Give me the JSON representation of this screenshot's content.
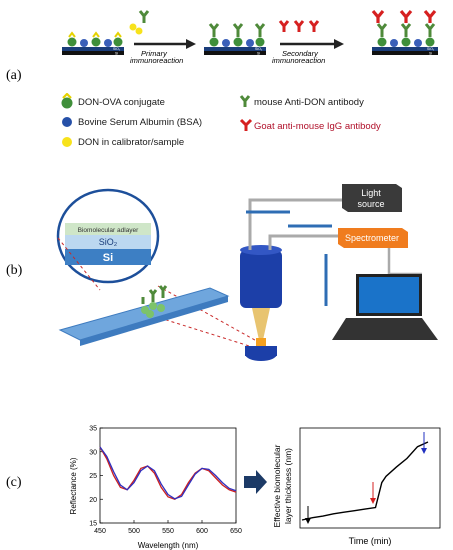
{
  "panel_labels": {
    "a": "(a)",
    "b": "(b)",
    "c": "(c)"
  },
  "panel_a": {
    "chip_labels": {
      "sio2": "SiO₂",
      "si": "Si"
    },
    "step1_label_line1": "Primary",
    "step1_label_line2": "immunoreaction",
    "step2_label_line1": "Secondary",
    "step2_label_line2": "immunoreaction",
    "legend": {
      "don_ova": "DON-OVA conjugate",
      "bsa": "Bovine Serum Albumin (BSA)",
      "don_sample": "DON in calibrator/sample",
      "mouse_ab": "mouse Anti-DON antibody",
      "goat_ab": "Goat anti-mouse IgG antibody"
    }
  },
  "panel_b": {
    "inset_layers": {
      "adlayer": "Biomolecular adlayer",
      "sio2": "SiO₂",
      "si": "Si"
    },
    "light_source_line1": "Light",
    "light_source_line2": "source",
    "spectrometer": "Spectrometer"
  },
  "panel_c": {
    "left_chart": {
      "ylabel": "Reflectance (%)",
      "xlabel": "Wavelength (nm)",
      "yticks": [
        "35",
        "30",
        "25",
        "20",
        "15"
      ],
      "xticks": [
        "450",
        "500",
        "550",
        "600",
        "650"
      ]
    },
    "right_chart": {
      "ylabel_line1": "Effective biomolecular",
      "ylabel_line2": "layer thickness (nm)",
      "xlabel": "Time (min)"
    }
  },
  "colors": {
    "accent_blue": "#2e6db4",
    "red": "#d62020",
    "green": "#4f8a3a",
    "orange": "#f07c1e"
  },
  "chart_data": [
    {
      "type": "line",
      "xlabel": "Wavelength (nm)",
      "ylabel": "Reflectance (%)",
      "xlim": [
        450,
        650
      ],
      "ylim": [
        15,
        35
      ],
      "series": [
        {
          "x": [
            450,
            460,
            470,
            480,
            490,
            500,
            510,
            520,
            530,
            540,
            550,
            560,
            570,
            580,
            590,
            600,
            610,
            620,
            630,
            640,
            650
          ],
          "y": [
            31,
            28.5,
            25,
            22.5,
            22,
            24,
            26.5,
            27,
            25.5,
            22.5,
            20.5,
            20,
            21,
            23.5,
            25.5,
            26.5,
            26,
            24.5,
            23,
            22,
            21.5
          ]
        },
        {
          "x": [
            450,
            460,
            470,
            480,
            490,
            500,
            510,
            520,
            530,
            540,
            550,
            560,
            570,
            580,
            590,
            600,
            610,
            620,
            630,
            640,
            650
          ],
          "y": [
            31,
            29,
            25.8,
            23,
            22,
            23.5,
            26,
            27,
            26,
            23.2,
            21,
            20.1,
            20.6,
            23,
            25.3,
            26.5,
            26.3,
            25,
            23.5,
            22.3,
            21.8
          ]
        }
      ]
    },
    {
      "type": "line",
      "xlabel": "Time (min)",
      "ylabel": "Effective biomolecular layer thickness (nm)",
      "series": [
        {
          "x": [
            0,
            1,
            2,
            3,
            4,
            5,
            6,
            7,
            7.3,
            7.6,
            8,
            9,
            10,
            11,
            12
          ],
          "y": [
            0,
            0.3,
            0.5,
            0.8,
            1.0,
            1.2,
            1.4,
            1.6,
            3.2,
            4.8,
            5.6,
            6.8,
            7.9,
            9.4,
            10.0
          ]
        }
      ]
    }
  ]
}
